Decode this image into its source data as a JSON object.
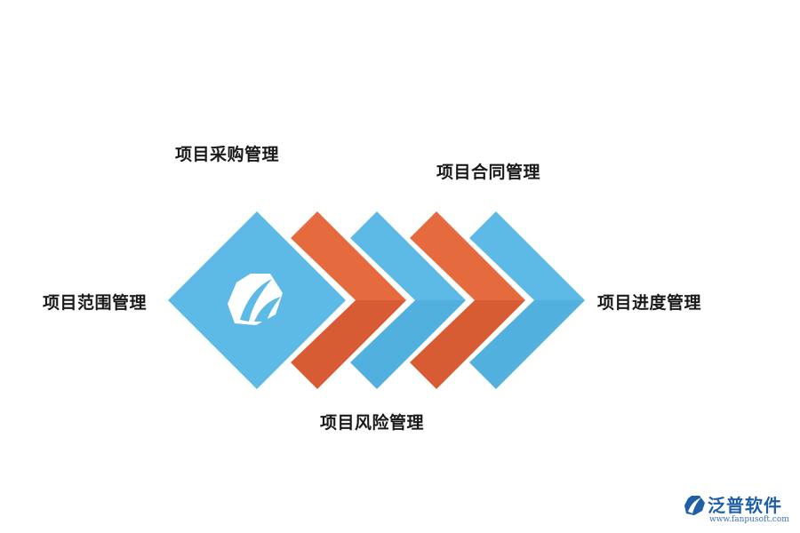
{
  "labels": {
    "procurement": "项目采购管理",
    "contract": "项目合同管理",
    "scope": "项目范围管理",
    "progress": "项目进度管理",
    "risk": "项目风险管理"
  },
  "colors": {
    "blue": "#5DB9E6",
    "orange": "#E56B3E",
    "logo": "#ffffff"
  },
  "chevrons": [
    "orange",
    "blue",
    "orange",
    "blue"
  ],
  "watermark": {
    "brand": "泛普软件",
    "url": "www.fanpusoft.com",
    "color": "#1f5fa8"
  }
}
